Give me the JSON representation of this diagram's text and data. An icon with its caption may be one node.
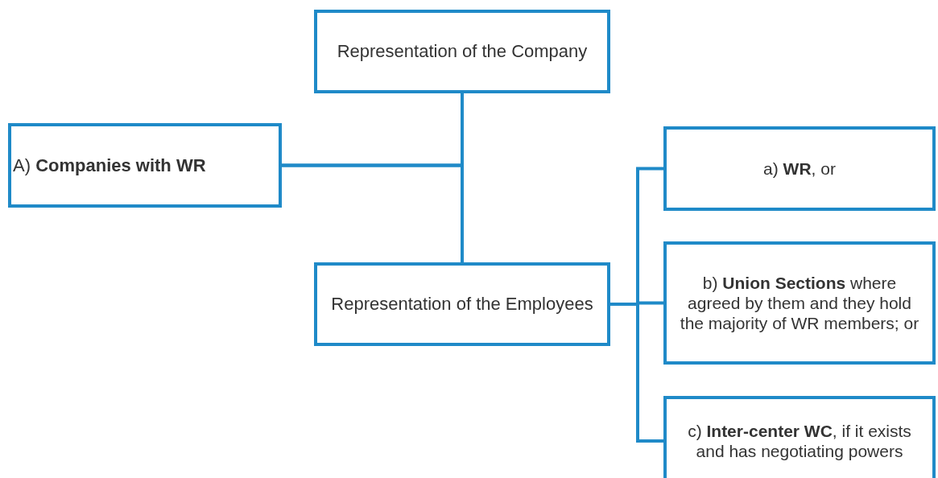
{
  "diagram": {
    "nodes": [
      {
        "text": [
          "Representation of the Company"
        ]
      },
      {
        "text": [
          "A) **Companies with WR**"
        ]
      },
      {
        "text": [
          "Representation of the Employees"
        ]
      },
      {
        "text": [
          "a) **WR**, or"
        ]
      },
      {
        "text": [
          "b) **Union Sections** where agreed by them and they hold the majority of WR members; or"
        ]
      },
      {
        "text": [
          "c) **Inter-center WC**, if it exists and has negotiating powers"
        ]
      }
    ],
    "edges": [
      {
        "from": 0,
        "to": 2,
        "arrow": "none"
      },
      {
        "from": 1,
        "to": 0,
        "arrow": "none"
      },
      {
        "from": 1,
        "to": 2,
        "arrow": "none"
      },
      {
        "from": 2,
        "to": 3,
        "arrow": "none"
      },
      {
        "from": 2,
        "to": 4,
        "arrow": "none"
      },
      {
        "from": 2,
        "to": 5,
        "arrow": "none"
      }
    ]
  }
}
